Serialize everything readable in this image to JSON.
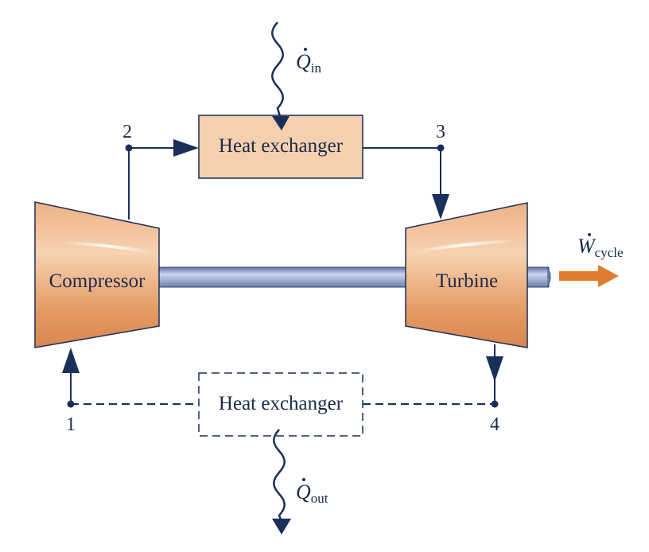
{
  "diagram": {
    "heat_exchanger_top_label": "Heat exchanger",
    "heat_exchanger_bottom_label": "Heat exchanger",
    "compressor_label": "Compressor",
    "turbine_label": "Turbine",
    "state_labels": {
      "s1": "1",
      "s2": "2",
      "s3": "3",
      "s4": "4"
    },
    "q_in": {
      "symbol": "Q",
      "subscript": "in"
    },
    "q_out": {
      "symbol": "Q",
      "subscript": "out"
    },
    "w_cycle": {
      "symbol": "W",
      "subscript": "cycle"
    }
  },
  "colors": {
    "line": "#1a2f5a",
    "heat_exchanger_fill": "#f5cfae",
    "component_fill": "#e39a62",
    "shaft": "#7d8fb8",
    "work_arrow": "#e07a2e"
  }
}
